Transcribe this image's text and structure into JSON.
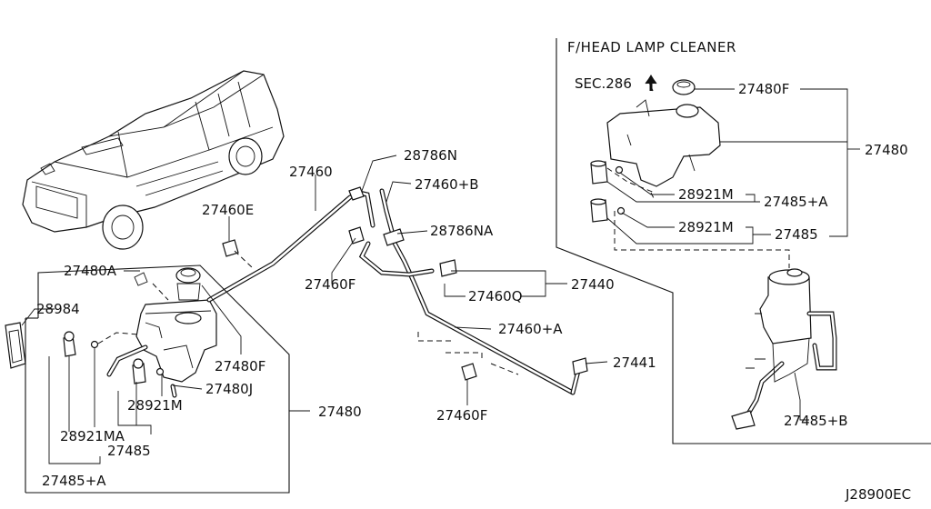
{
  "diagram_code": "J28900EC",
  "inset": {
    "title": "F/HEAD LAMP CLEANER",
    "section_ref": "SEC.286"
  },
  "labels": {
    "l_28786N": "28786N",
    "l_27460": "27460",
    "l_27460B": "27460+B",
    "l_27460E": "27460E",
    "l_28786NA": "28786NA",
    "l_27480A": "27480A",
    "l_28984": "28984",
    "l_27460F_top": "27460F",
    "l_27440": "27440",
    "l_27460Q": "27460Q",
    "l_27460A": "27460+A",
    "l_27480F_main": "27480F",
    "l_27480J": "27480J",
    "l_28921M_main": "28921M",
    "l_27480_main": "27480",
    "l_28921MA": "28921MA",
    "l_27485_main": "27485",
    "l_27485A_main": "27485+A",
    "l_27441": "27441",
    "l_27460F_bottom": "27460F",
    "l_27480F_inset": "27480F",
    "l_27480_inset": "27480",
    "l_28921M_inset1": "28921M",
    "l_27485A_inset": "27485+A",
    "l_28921M_inset2": "28921M",
    "l_27485_inset": "27485",
    "l_27485B": "27485+B"
  }
}
